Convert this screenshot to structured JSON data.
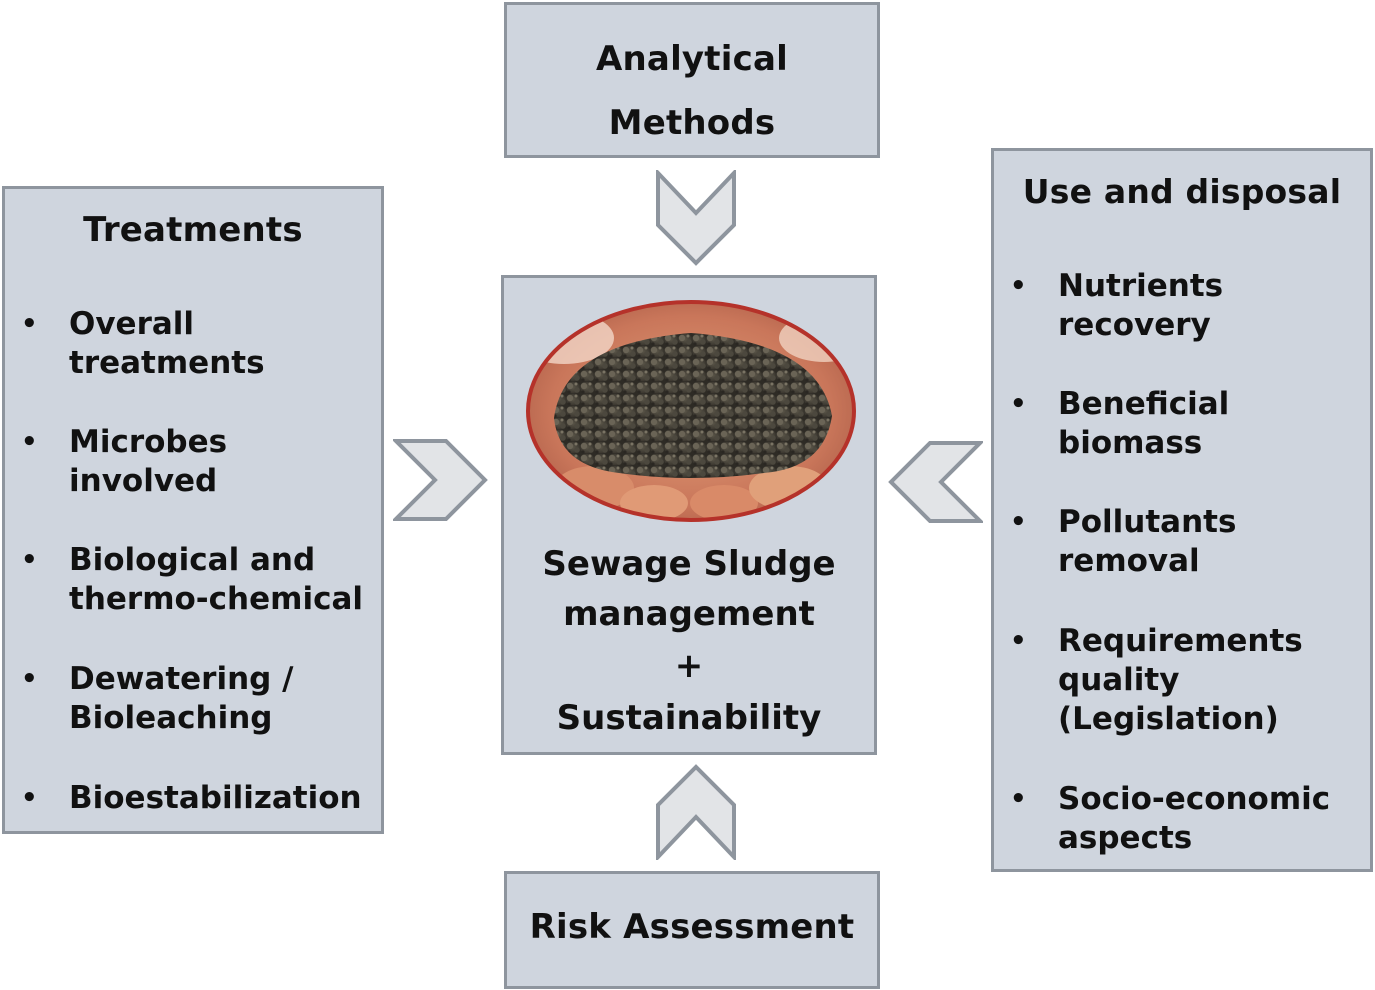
{
  "analytical": {
    "line1": "Analytical",
    "line2": "Methods"
  },
  "risk": {
    "title": "Risk Assessment"
  },
  "treatments": {
    "title": "Treatments",
    "items": [
      "Overall\ntreatments",
      "Microbes\ninvolved",
      "Biological and\nthermo-chemical",
      "Dewatering /\nBioleaching",
      "Bioestabilization"
    ]
  },
  "use_disposal": {
    "title": "Use and disposal",
    "items": [
      "Nutrients\nrecovery",
      "Beneficial\nbiomass",
      "Pollutants\nremoval",
      "Requirements\nquality\n(Legislation)",
      "Socio-economic\naspects"
    ]
  },
  "center": {
    "line1": "Sewage Sludge",
    "line2": "management",
    "line3": "+",
    "line4": "Sustainability"
  },
  "colors": {
    "box_fill": "#cfd5de",
    "box_border": "#8e959e",
    "arrow_fill": "#e2e4e7",
    "arrow_stroke": "#8e959e",
    "photo_border": "#b5322a"
  }
}
